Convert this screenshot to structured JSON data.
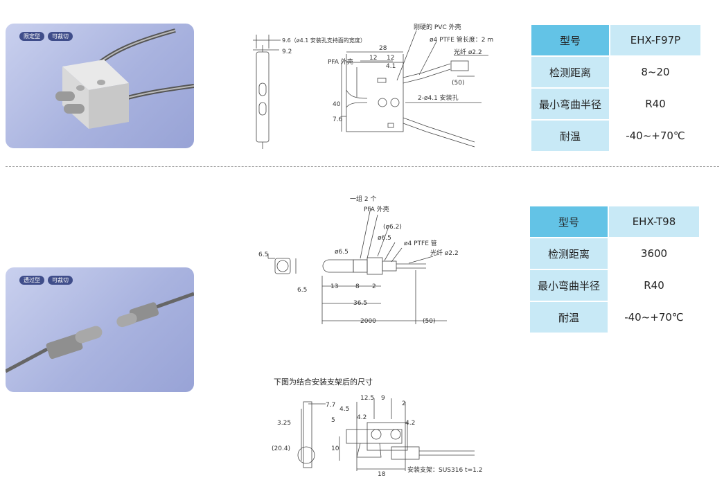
{
  "section1": {
    "badges": [
      "限定型",
      "可裁切"
    ],
    "dims": {
      "d96": "9.6（ø4.1 安装孔支持面的宽度）",
      "d92": "9.2",
      "d28": "28",
      "d12a": "12",
      "d12b": "12",
      "d41": "4.1",
      "d40": "40",
      "d76": "7.6",
      "d50": "(50)",
      "pfa": "PFA 外壳",
      "pvc": "刚硬的 PVC 外壳",
      "ptfe": "ø4 PTFE 管长度：2 m",
      "fiber": "光纤 ø2.2",
      "holes": "2-ø4.1 安装孔"
    },
    "table": {
      "rows": [
        {
          "k": "型号",
          "v": "EHX-F97P"
        },
        {
          "k": "检测距离",
          "v": "8~20"
        },
        {
          "k": "最小弯曲半径",
          "v": "R40"
        },
        {
          "k": "耐温",
          "v": "-40~+70℃"
        }
      ]
    }
  },
  "section2": {
    "badges": [
      "透过型",
      "可裁切"
    ],
    "dims": {
      "pair": "一组 2 个",
      "pfa": "PFA 外壳",
      "d62": "(ø6.2)",
      "d65a": "ø6.5",
      "d65b": "ø6.5",
      "ptfe": "ø4 PTFE 管",
      "fiber": "光纤 ø2.2",
      "s65a": "6.5",
      "s65b": "6.5",
      "d13": "13",
      "d8": "8",
      "d2": "2",
      "d365": "36.5",
      "d2000": "2000",
      "d50": "(50)"
    },
    "table": {
      "rows": [
        {
          "k": "型号",
          "v": "EHX-T98"
        },
        {
          "k": "检测距离",
          "v": "3600"
        },
        {
          "k": "最小弯曲半径",
          "v": "R40"
        },
        {
          "k": "耐温",
          "v": "-40~+70℃"
        }
      ]
    }
  },
  "bracket": {
    "title": "下图为结合安装支架后的尺寸",
    "dims": {
      "d77": "7.7",
      "d45": "4.5",
      "d125": "12.5",
      "d9": "9",
      "d2": "2",
      "d42a": "4.2",
      "d42b": "4.2",
      "d5": "5",
      "d325": "3.25",
      "d204": "(20.4)",
      "d10": "10",
      "d18": "18",
      "material": "安装支架：SUS316 t=1.2"
    }
  }
}
